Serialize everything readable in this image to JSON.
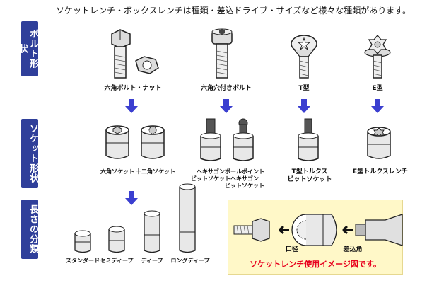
{
  "title": "ソケットレンチ・ボックスレンチは種類・差込ドライブ・サイズなど様々な種類があります。",
  "sections": {
    "bolt": "ボルト形状",
    "socket": "ソケット形状",
    "length": "長さの分類"
  },
  "bolt_types": [
    "六角ボルト・ナット",
    "六角穴付きボルト",
    "T型",
    "E型"
  ],
  "socket_types": [
    "六角ソケット",
    "十二角ソケット",
    "ヘキサゴン\nビットソケット",
    "ボールポイント\nヘキサゴン\nビットソケット",
    "T型トルクス\nビットソケット",
    "E型トルクスレンチ"
  ],
  "length_types": [
    "スタンダード",
    "セミディープ",
    "ディープ",
    "ロングディープ"
  ],
  "usage": {
    "caption": "ソケットレンチ使用イメージ図です。",
    "bore_label": "口径",
    "drive_label": "差込角"
  },
  "colors": {
    "label_bg": "#2f3f9a",
    "arrow": "#3b3fd0",
    "caption": "#e8001e",
    "box_bg": "#fff8c8"
  }
}
